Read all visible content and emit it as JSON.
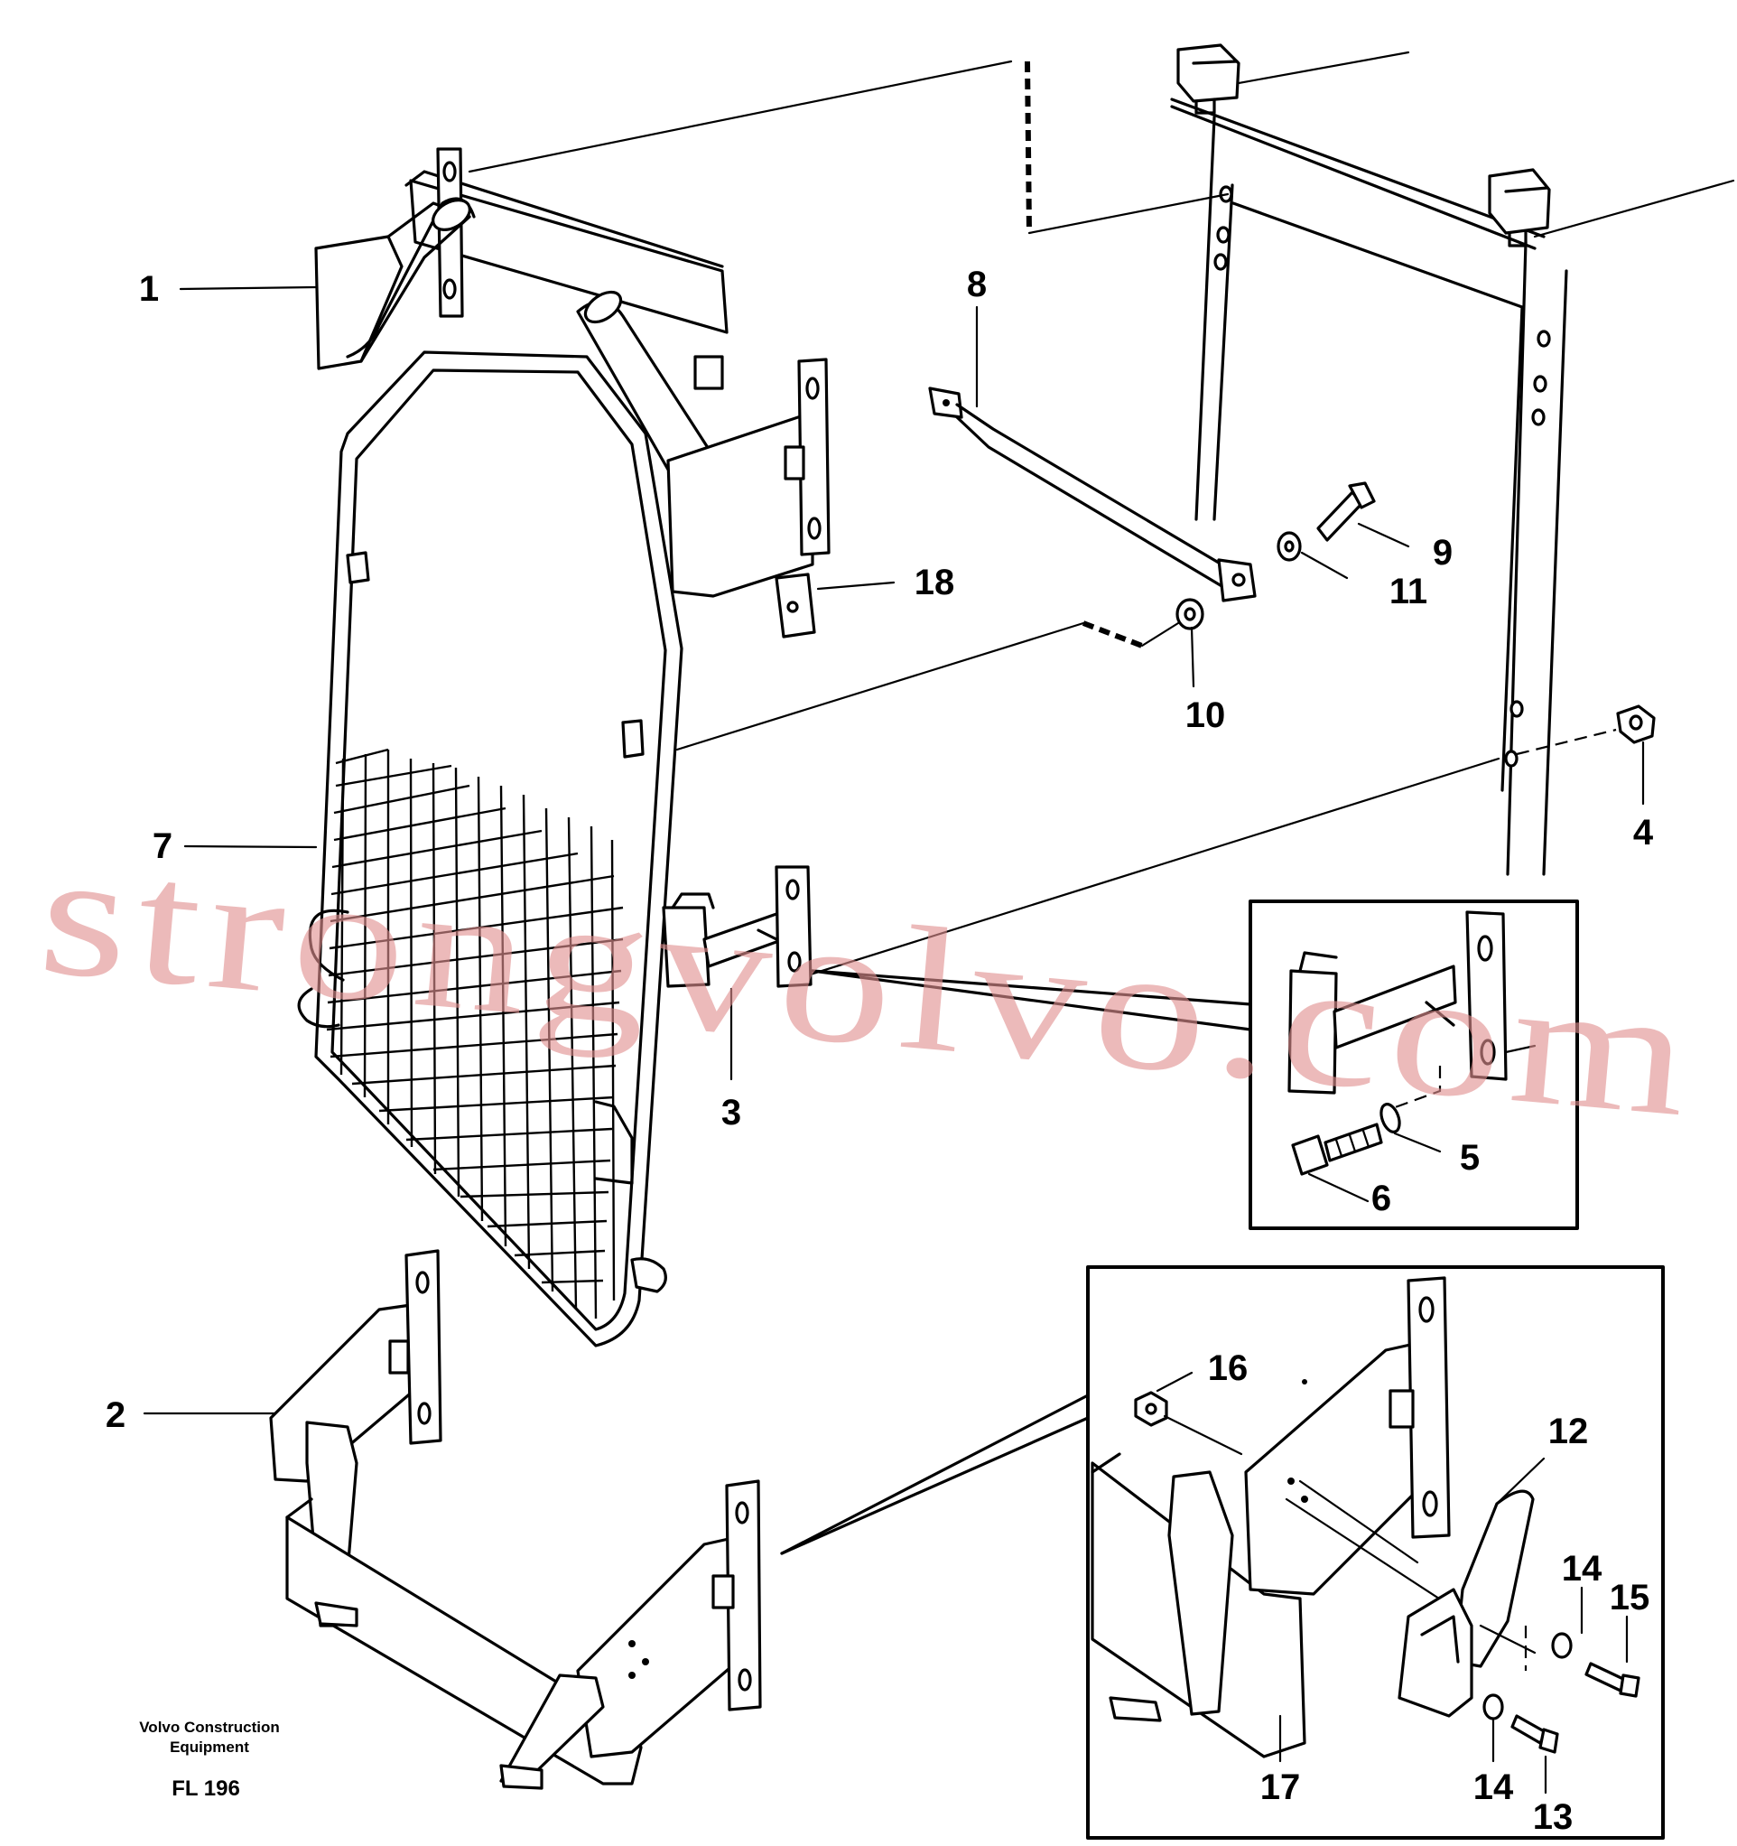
{
  "callouts": [
    {
      "id": "1",
      "label": "1"
    },
    {
      "id": "2",
      "label": "2"
    },
    {
      "id": "3",
      "label": "3"
    },
    {
      "id": "4",
      "label": "4"
    },
    {
      "id": "5",
      "label": "5"
    },
    {
      "id": "6",
      "label": "6"
    },
    {
      "id": "7",
      "label": "7"
    },
    {
      "id": "8",
      "label": "8"
    },
    {
      "id": "9",
      "label": "9"
    },
    {
      "id": "10",
      "label": "10"
    },
    {
      "id": "11",
      "label": "11"
    },
    {
      "id": "12",
      "label": "12"
    },
    {
      "id": "13",
      "label": "13"
    },
    {
      "id": "14a",
      "label": "14"
    },
    {
      "id": "14b",
      "label": "14"
    },
    {
      "id": "15",
      "label": "15"
    },
    {
      "id": "16",
      "label": "16"
    },
    {
      "id": "17",
      "label": "17"
    },
    {
      "id": "18",
      "label": "18"
    }
  ],
  "credit": {
    "line1": "Volvo Construction",
    "line2": "Equipment"
  },
  "figure_ref": "FL 196",
  "watermark": "strongvolvo.com",
  "colors": {
    "ink": "#000000",
    "watermark": "#e08f8f",
    "paper": "#ffffff"
  }
}
